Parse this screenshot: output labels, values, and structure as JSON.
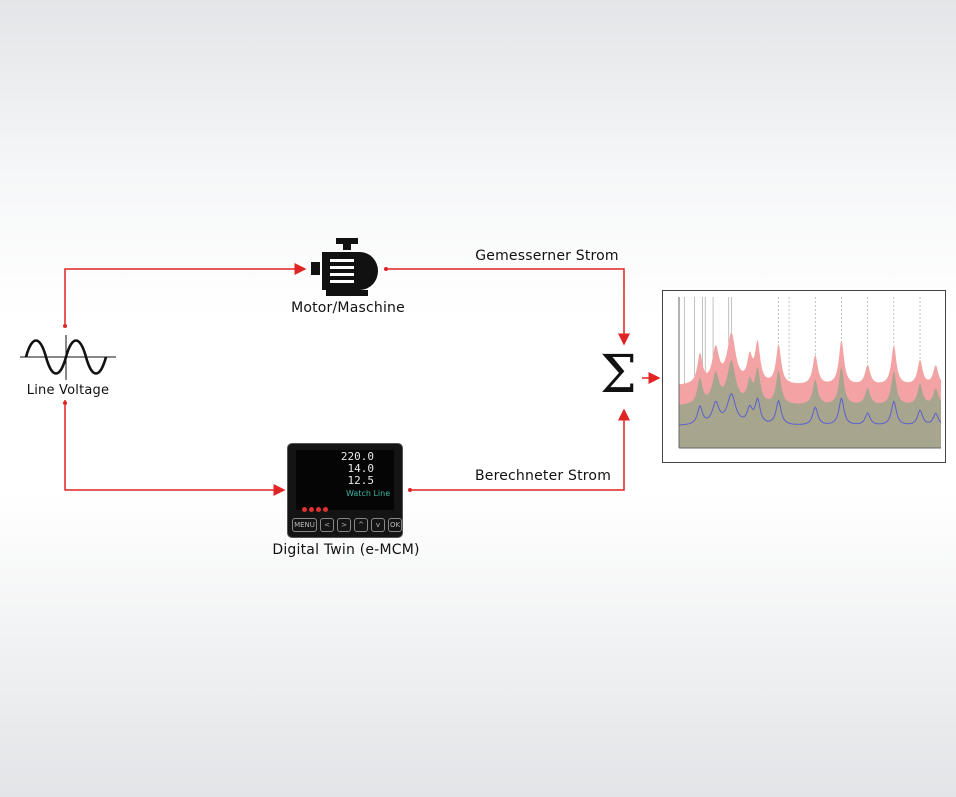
{
  "nodes": {
    "line_voltage": {
      "label": "Line Voltage",
      "icon": "sine-wave-icon"
    },
    "motor": {
      "label": "Motor/Maschine",
      "icon": "motor-icon"
    },
    "digital_twin": {
      "label": "Digital Twin (e-MCM)",
      "display_values": [
        "220.0",
        "14.0",
        "12.5"
      ],
      "status_text": "Watch Line",
      "keys": [
        "MENU",
        "<",
        ">",
        "^",
        "v",
        "OK"
      ]
    },
    "summation": {
      "symbol": "Σ"
    },
    "spectrum": {
      "icon": "current-spectrum-chart"
    }
  },
  "edges": {
    "measured_current": "Gemesserner Strom",
    "calculated_current": "Berechneter Strom"
  },
  "colors": {
    "wire": "#e02424",
    "spectrum_upper": "#f3a3a3",
    "spectrum_mid": "#a7a58e",
    "spectrum_line": "#5a5fd0"
  }
}
